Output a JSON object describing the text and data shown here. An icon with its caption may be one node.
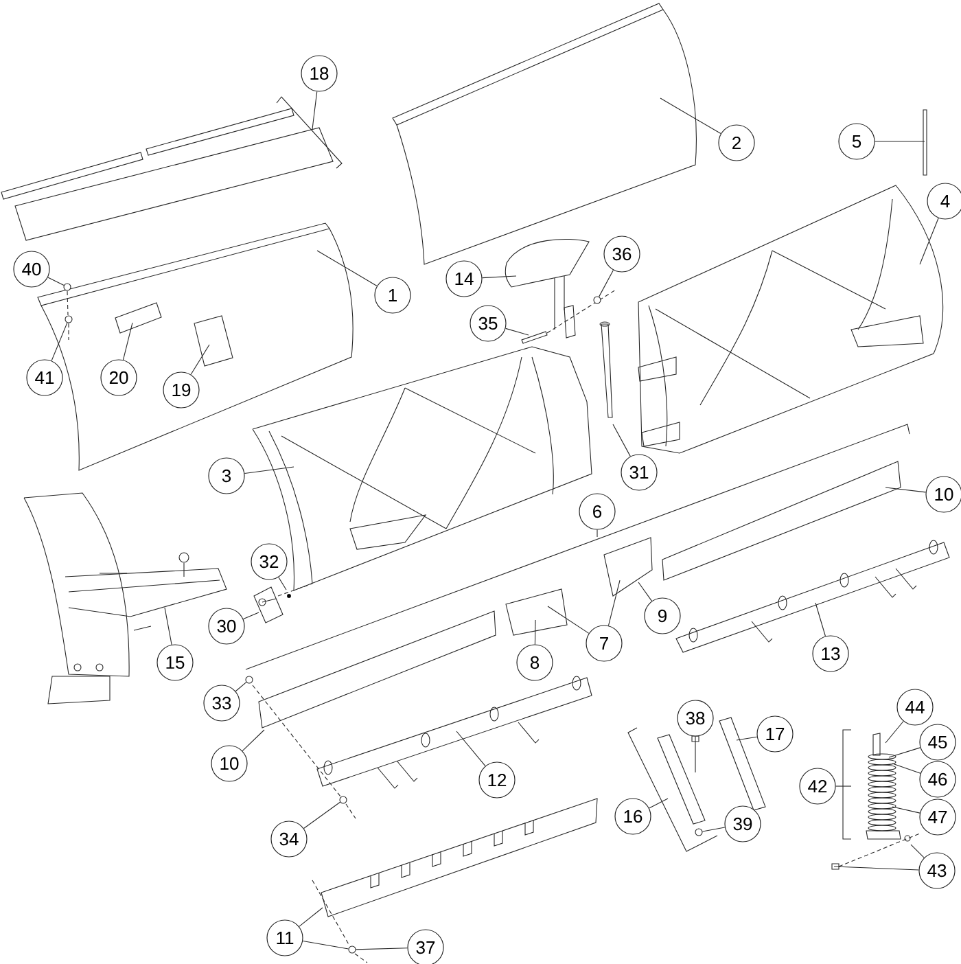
{
  "diagram": {
    "nodes": [
      {
        "text": [
          "18"
        ]
      },
      {
        "text": [
          "2"
        ]
      },
      {
        "text": [
          "5"
        ]
      },
      {
        "text": [
          "4"
        ]
      },
      {
        "text": [
          "40"
        ]
      },
      {
        "text": [
          "14"
        ]
      },
      {
        "text": [
          "36"
        ]
      },
      {
        "text": [
          "1"
        ]
      },
      {
        "text": [
          "35"
        ]
      },
      {
        "text": [
          "41"
        ]
      },
      {
        "text": [
          "20"
        ]
      },
      {
        "text": [
          "19"
        ]
      },
      {
        "text": [
          "31"
        ]
      },
      {
        "text": [
          "3"
        ]
      },
      {
        "text": [
          "10"
        ]
      },
      {
        "text": [
          "6"
        ]
      },
      {
        "text": [
          "32"
        ]
      },
      {
        "text": [
          "7"
        ]
      },
      {
        "text": [
          "9"
        ]
      },
      {
        "text": [
          "30"
        ]
      },
      {
        "text": [
          "15"
        ]
      },
      {
        "text": [
          "8"
        ]
      },
      {
        "text": [
          "13"
        ]
      },
      {
        "text": [
          "33"
        ]
      },
      {
        "text": [
          "44"
        ]
      },
      {
        "text": [
          "38"
        ]
      },
      {
        "text": [
          "17"
        ]
      },
      {
        "text": [
          "45"
        ]
      },
      {
        "text": [
          "10"
        ]
      },
      {
        "text": [
          "42"
        ]
      },
      {
        "text": [
          "46"
        ]
      },
      {
        "text": [
          "12"
        ]
      },
      {
        "text": [
          "16"
        ]
      },
      {
        "text": [
          "47"
        ]
      },
      {
        "text": [
          "39"
        ]
      },
      {
        "text": [
          "34"
        ]
      },
      {
        "text": [
          "43"
        ]
      },
      {
        "text": [
          "11"
        ]
      },
      {
        "text": [
          "37"
        ]
      },
      {
        "text": [],
        "shape": "circle"
      },
      {
        "text": [],
        "shape": "circle"
      },
      {
        "text": [],
        "shape": "circle"
      },
      {
        "text": [],
        "shape": "circle"
      },
      {
        "text": [],
        "shape": "circle"
      },
      {
        "text": [],
        "shape": "circle"
      },
      {
        "text": [],
        "shape": "circle"
      }
    ],
    "edges": [
      {
        "from": 0,
        "to": null,
        "arrow": "none"
      },
      {
        "from": 1,
        "to": null,
        "arrow": "none"
      },
      {
        "from": 2,
        "to": null,
        "arrow": "none"
      },
      {
        "from": 3,
        "to": null,
        "arrow": "none"
      },
      {
        "from": 4,
        "to": 39,
        "arrow": "none"
      },
      {
        "from": 5,
        "to": null,
        "arrow": "none"
      },
      {
        "from": 6,
        "to": 41,
        "arrow": "none"
      },
      {
        "from": 7,
        "to": null,
        "arrow": "none"
      },
      {
        "from": 8,
        "to": null,
        "arrow": "none"
      },
      {
        "from": 9,
        "to": 40,
        "arrow": "none"
      },
      {
        "from": 10,
        "to": null,
        "arrow": "none"
      },
      {
        "from": 11,
        "to": null,
        "arrow": "none"
      },
      {
        "from": 12,
        "to": null,
        "arrow": "none"
      },
      {
        "from": 13,
        "to": null,
        "arrow": "none"
      },
      {
        "from": 14,
        "to": null,
        "arrow": "none"
      },
      {
        "from": 15,
        "to": null,
        "arrow": "none"
      },
      {
        "from": 16,
        "to": null,
        "arrow": "none"
      },
      {
        "from": 17,
        "to": null,
        "arrow": "none"
      },
      {
        "from": 18,
        "to": null,
        "arrow": "none"
      },
      {
        "from": 19,
        "to": null,
        "arrow": "none"
      },
      {
        "from": 20,
        "to": null,
        "arrow": "none"
      },
      {
        "from": 21,
        "to": null,
        "arrow": "none"
      },
      {
        "from": 22,
        "to": null,
        "arrow": "none"
      },
      {
        "from": 23,
        "to": 42,
        "arrow": "none"
      },
      {
        "from": 24,
        "to": null,
        "arrow": "none"
      },
      {
        "from": 25,
        "to": null,
        "arrow": "none"
      },
      {
        "from": 26,
        "to": null,
        "arrow": "none"
      },
      {
        "from": 27,
        "to": null,
        "arrow": "none"
      },
      {
        "from": 28,
        "to": null,
        "arrow": "none"
      },
      {
        "from": 29,
        "to": null,
        "arrow": "none"
      },
      {
        "from": 30,
        "to": null,
        "arrow": "none"
      },
      {
        "from": 31,
        "to": null,
        "arrow": "none"
      },
      {
        "from": 32,
        "to": null,
        "arrow": "none"
      },
      {
        "from": 33,
        "to": null,
        "arrow": "none"
      },
      {
        "from": 34,
        "to": 43,
        "arrow": "none"
      },
      {
        "from": 35,
        "to": 44,
        "arrow": "none"
      },
      {
        "from": 36,
        "to": null,
        "arrow": "none"
      },
      {
        "from": 37,
        "to": null,
        "arrow": "none"
      },
      {
        "from": 38,
        "to": 45,
        "arrow": "none"
      },
      {
        "from": 17,
        "to": null,
        "arrow": "none"
      },
      {
        "from": 36,
        "to": null,
        "arrow": "none"
      },
      {
        "from": 37,
        "to": 45,
        "arrow": "none"
      }
    ]
  }
}
